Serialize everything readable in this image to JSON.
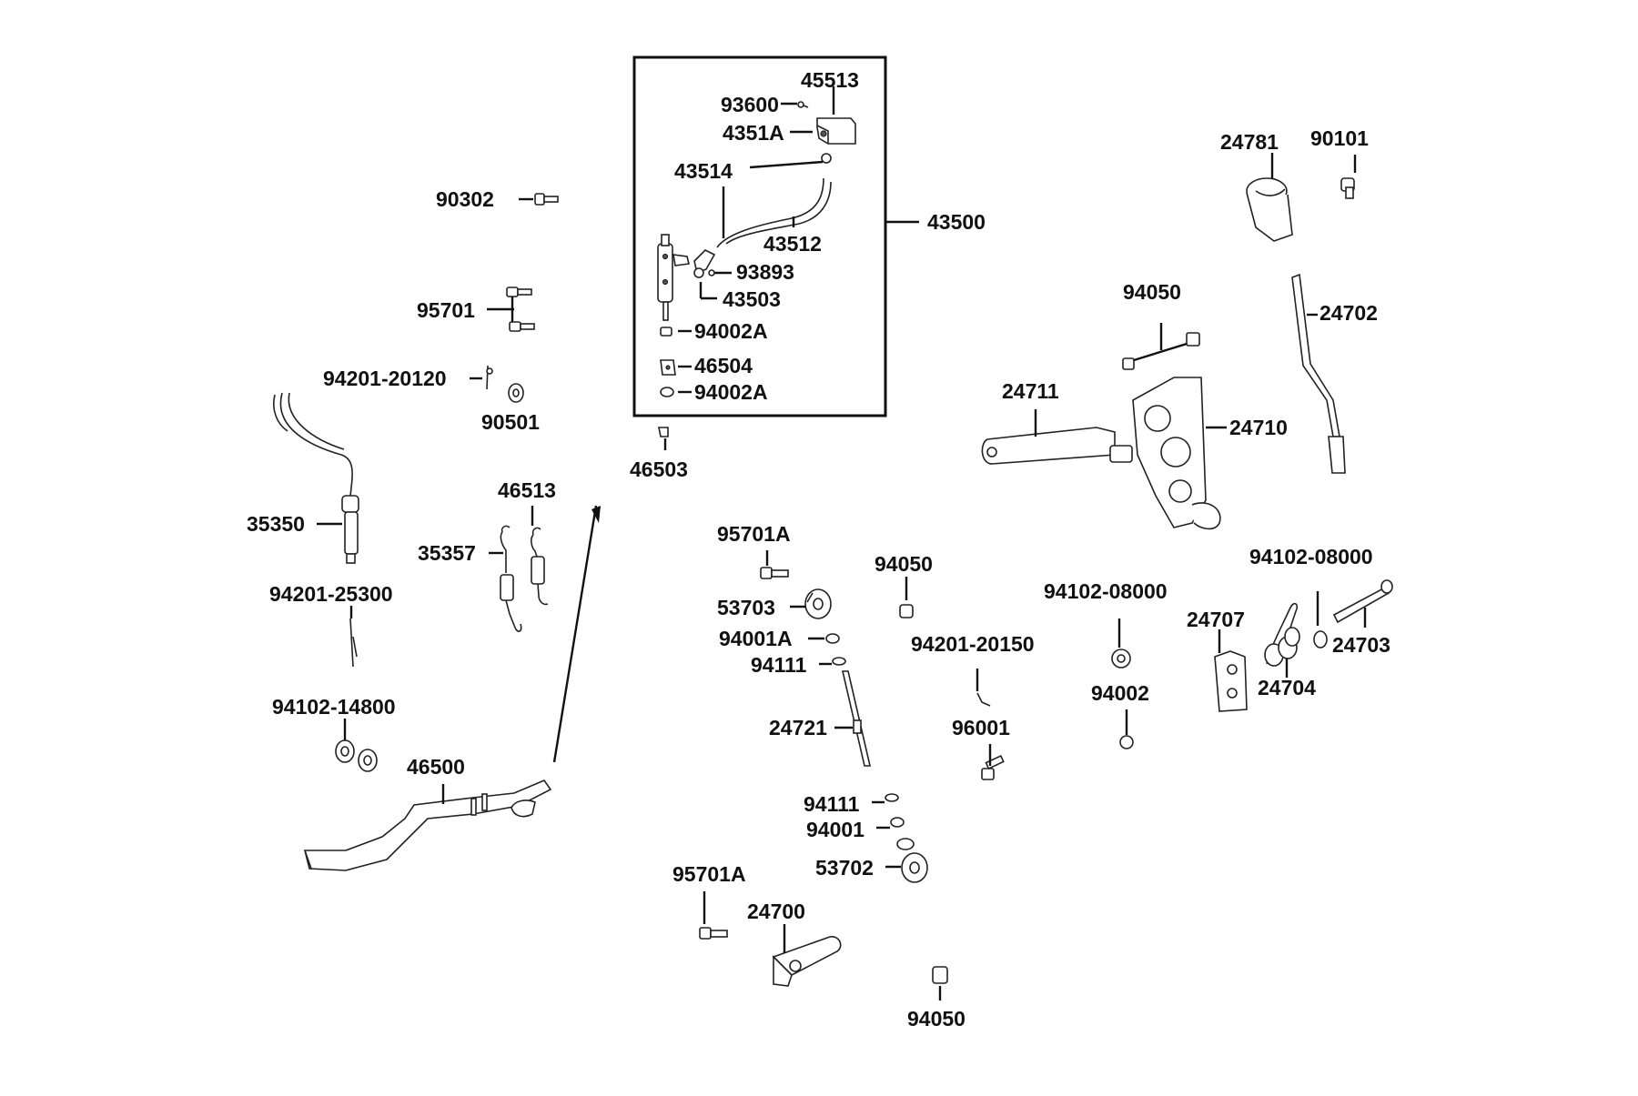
{
  "diagram": {
    "labels": {
      "p45513": "45513",
      "p93600": "93600",
      "p4351A": "4351A",
      "p43514": "43514",
      "p43500": "43500",
      "p43512": "43512",
      "p93893": "93893",
      "p43503": "43503",
      "p94002A_1": "94002A",
      "p46504": "46504",
      "p94002A_2": "94002A",
      "p46503": "46503",
      "p90302": "90302",
      "p95701": "95701",
      "p94201_20120": "94201-20120",
      "p90501": "90501",
      "p35350": "35350",
      "p46513": "46513",
      "p35357": "35357",
      "p94201_25300": "94201-25300",
      "p94102_14800": "94102-14800",
      "p46500": "46500",
      "p24781": "24781",
      "p90101": "90101",
      "p24702": "24702",
      "p94050_a": "94050",
      "p24711": "24711",
      "p24710": "24710",
      "p95701A_a": "95701A",
      "p94050_b": "94050",
      "p53703": "53703",
      "p94001A": "94001A",
      "p94111_a": "94111",
      "p94201_20150": "94201-20150",
      "p24721": "24721",
      "p96001": "96001",
      "p94111_b": "94111",
      "p94001": "94001",
      "p53702": "53702",
      "p95701A_b": "95701A",
      "p24700": "24700",
      "p94050_c": "94050",
      "p94102_08000_a": "94102-08000",
      "p94102_08000_b": "94102-08000",
      "p24707": "24707",
      "p24703": "24703",
      "p24704": "24704",
      "p94002": "94002"
    }
  }
}
